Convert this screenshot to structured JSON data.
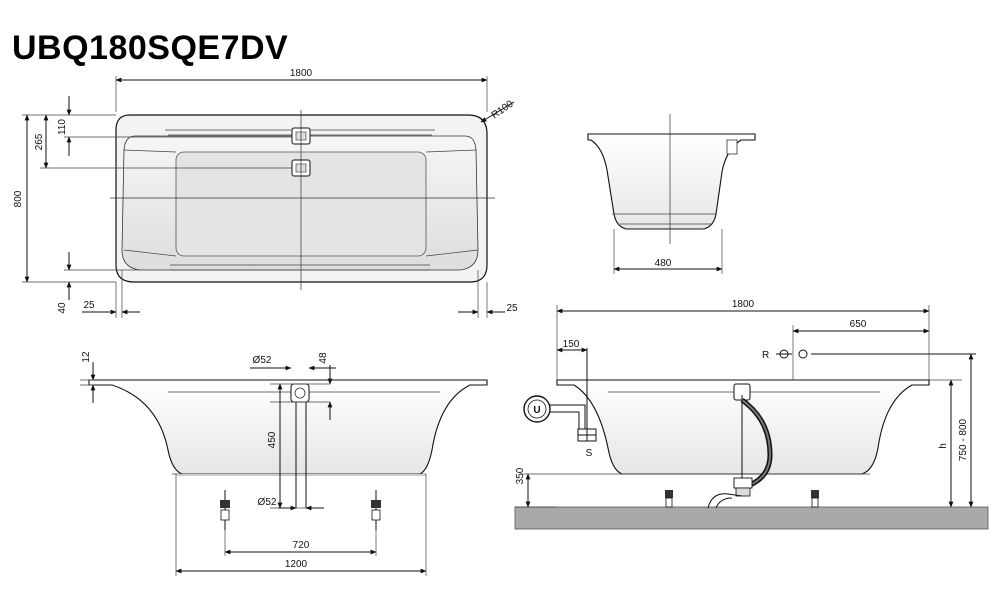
{
  "title": "UBQ180SQE7DV",
  "top_view": {
    "dims": {
      "length": "1800",
      "radius": "R100",
      "d110": "110",
      "d265": "265",
      "width": "800",
      "d40": "40",
      "d25_left": "25",
      "d25_right": "25"
    }
  },
  "end_view": {
    "dims": {
      "d480": "480"
    }
  },
  "side_view_left": {
    "dims": {
      "d12": "12",
      "dia52_top": "Ø52",
      "d48": "48",
      "d450": "450",
      "dia52_bottom": "Ø52",
      "d720": "720",
      "d1200": "1200"
    }
  },
  "side_view_right": {
    "dims": {
      "d1800": "1800",
      "d150": "150",
      "d650": "650",
      "label_r": "R",
      "label_h": "h",
      "d750_800": "750 - 800",
      "d350": "350",
      "label_s": "S",
      "label_u": "U"
    }
  },
  "colors": {
    "line": "#111111",
    "tub_fill": "#eeeeee",
    "floor": "#a9a9a9"
  }
}
